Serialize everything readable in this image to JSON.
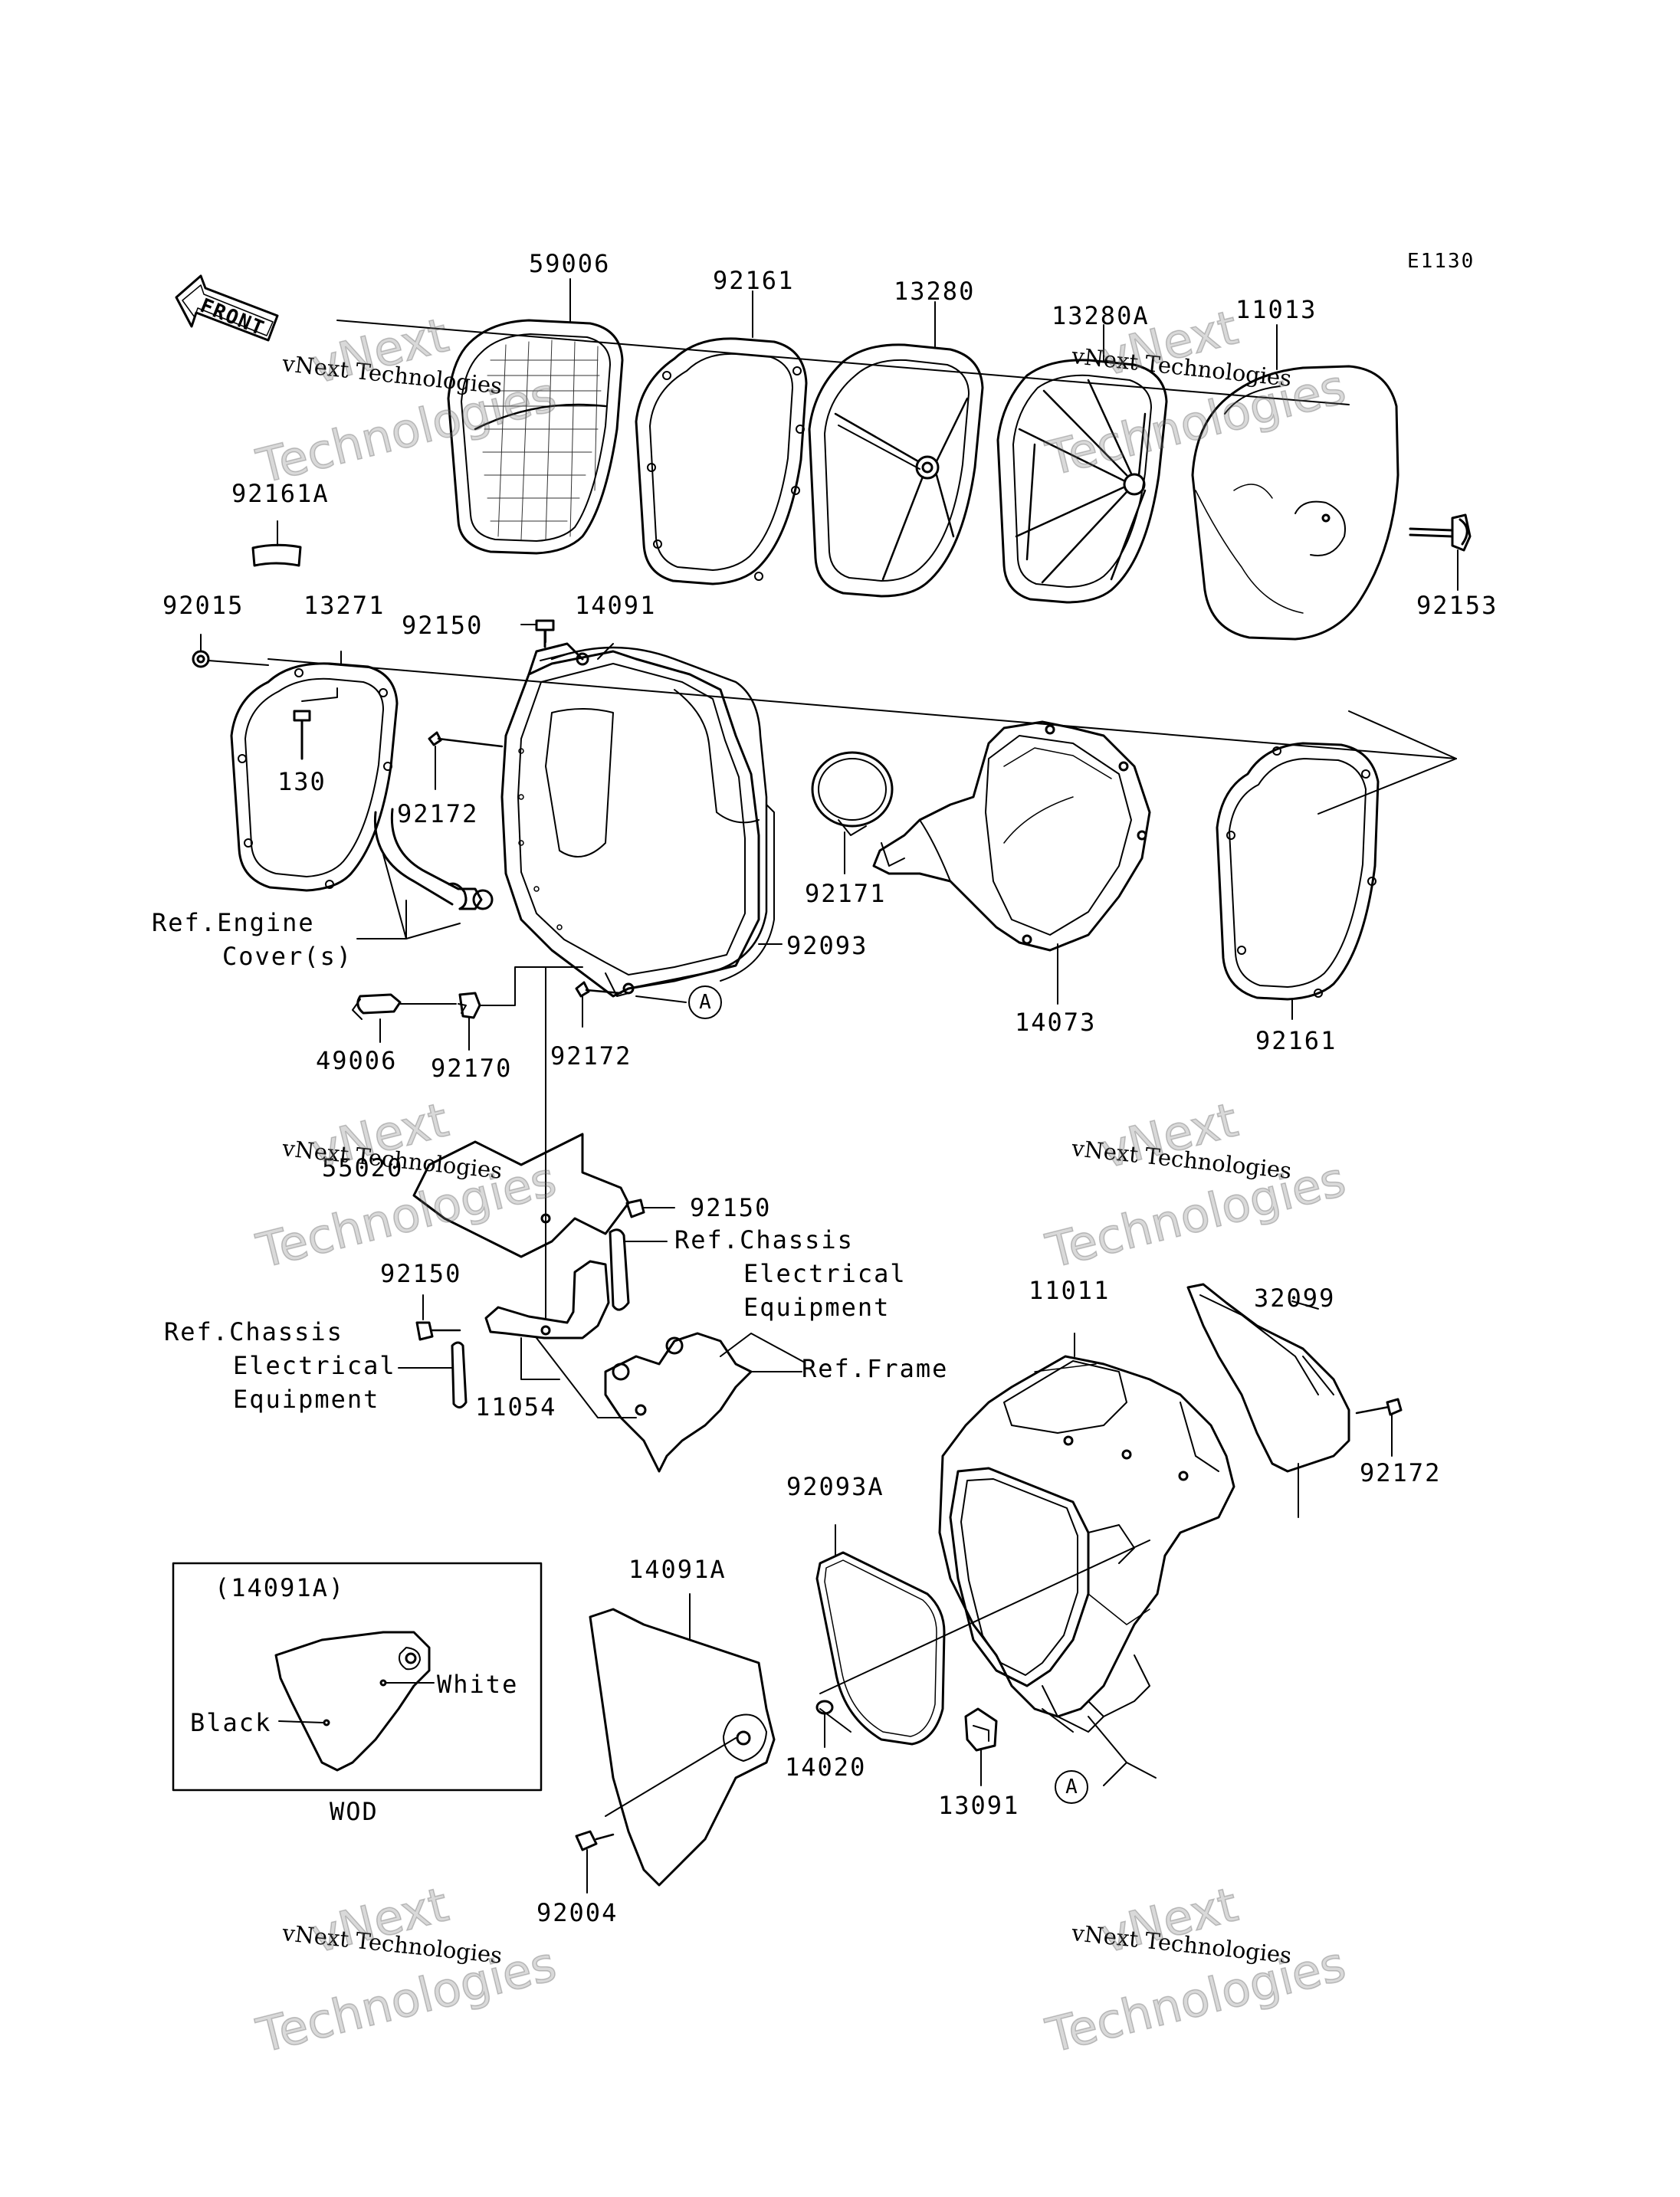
{
  "diagram_code": "E1130",
  "front_label": "FRONT",
  "callout_letter": "A",
  "parts": [
    {
      "id": "p59006",
      "label": "59006"
    },
    {
      "id": "p92161_top",
      "label": "92161"
    },
    {
      "id": "p13280",
      "label": "13280"
    },
    {
      "id": "p13280A",
      "label": "13280A"
    },
    {
      "id": "p11013",
      "label": "11013"
    },
    {
      "id": "p92153",
      "label": "92153"
    },
    {
      "id": "p92161A",
      "label": "92161A"
    },
    {
      "id": "p92015",
      "label": "92015"
    },
    {
      "id": "p13271",
      "label": "13271"
    },
    {
      "id": "p92150_a",
      "label": "92150"
    },
    {
      "id": "p14091",
      "label": "14091"
    },
    {
      "id": "p130",
      "label": "130"
    },
    {
      "id": "p92172_a",
      "label": "92172"
    },
    {
      "id": "p92171",
      "label": "92171"
    },
    {
      "id": "p14073",
      "label": "14073"
    },
    {
      "id": "p92161_r",
      "label": "92161"
    },
    {
      "id": "p92093",
      "label": "92093"
    },
    {
      "id": "p92172_b",
      "label": "92172"
    },
    {
      "id": "p49006",
      "label": "49006"
    },
    {
      "id": "p92170",
      "label": "92170"
    },
    {
      "id": "p55020",
      "label": "55020"
    },
    {
      "id": "p92150_b",
      "label": "92150"
    },
    {
      "id": "p92150_c",
      "label": "92150"
    },
    {
      "id": "p11054",
      "label": "11054"
    },
    {
      "id": "p11011",
      "label": "11011"
    },
    {
      "id": "p32099",
      "label": "32099"
    },
    {
      "id": "p92172_c",
      "label": "92172"
    },
    {
      "id": "p92093A",
      "label": "92093A"
    },
    {
      "id": "p14091A",
      "label": "14091A"
    },
    {
      "id": "p14020",
      "label": "14020"
    },
    {
      "id": "p13091",
      "label": "13091"
    },
    {
      "id": "p92004",
      "label": "92004"
    }
  ],
  "references": {
    "engine_cover_1": "Ref.Engine",
    "engine_cover_2": "Cover(s)",
    "chassis_a_1": "Ref.Chassis",
    "chassis_a_2": "Electrical",
    "chassis_a_3": "Equipment",
    "chassis_b_1": "Ref.Chassis",
    "chassis_b_2": "Electrical",
    "chassis_b_3": "Equipment",
    "frame": "Ref.Frame"
  },
  "inset": {
    "title": "(14091A)",
    "white_label": "White",
    "black_label": "Black",
    "caption": "WOD"
  },
  "watermark": {
    "small_text": "vNext Technologies",
    "big_line1": "vNext",
    "big_line2": "Technologies"
  }
}
